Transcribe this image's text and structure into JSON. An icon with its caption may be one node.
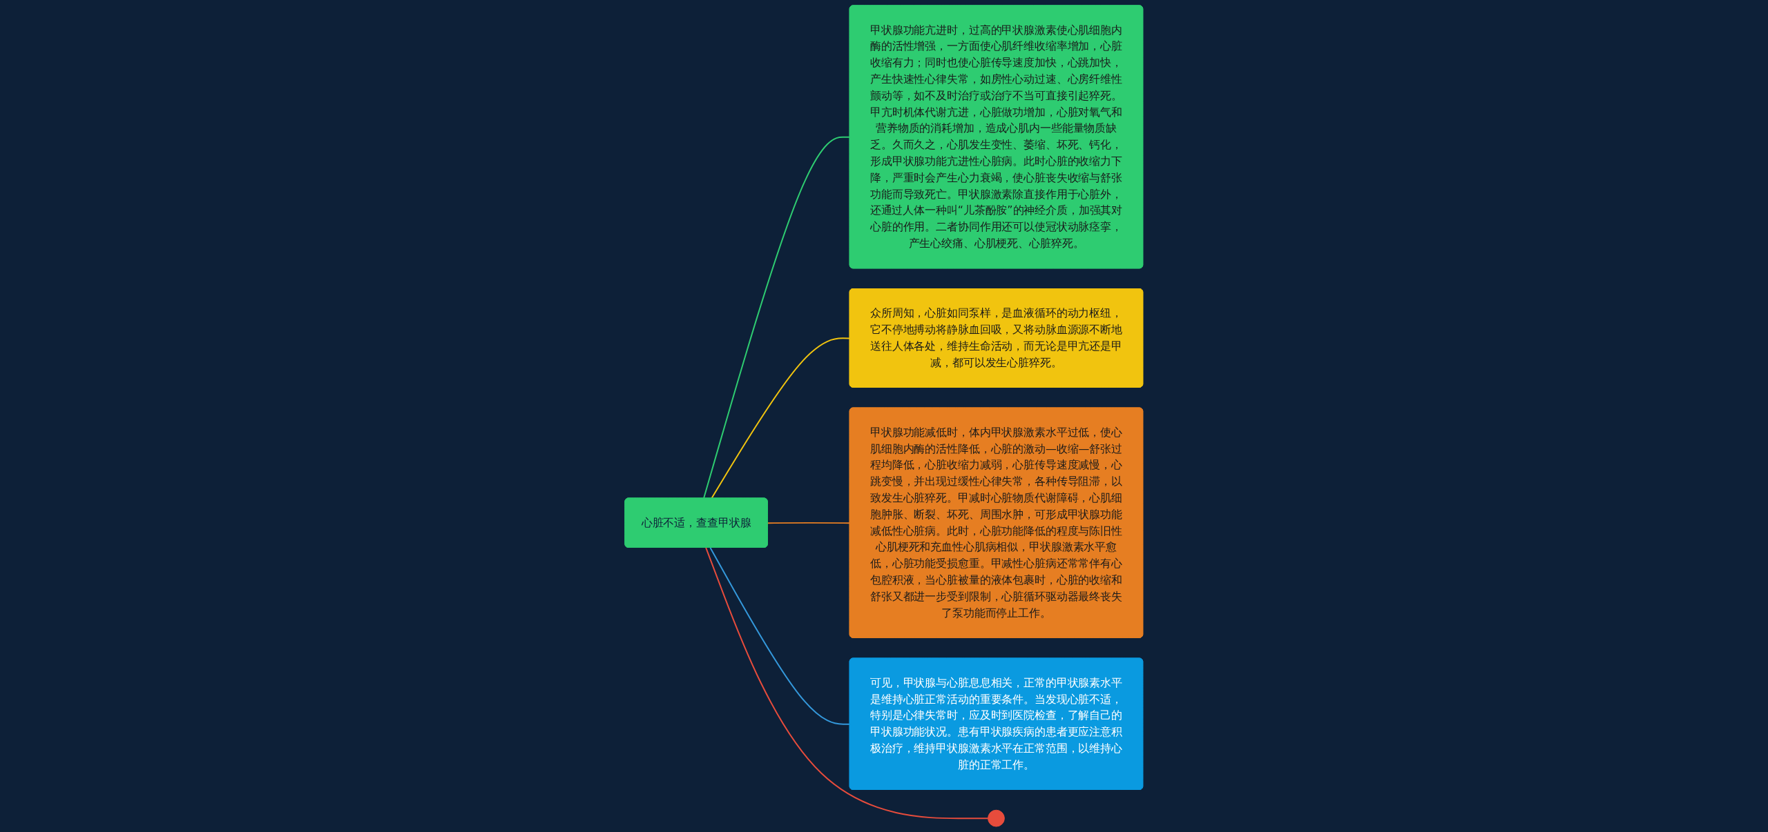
{
  "diagram": {
    "nodes": [
      {
        "text": [
          "心脏不适，查查甲状腺"
        ]
      },
      {
        "text": [
          "甲状腺功能亢进时，过高的甲状腺激素使心肌细胞内酶的活性增强，一方面使心肌纤维收缩率增加，心脏收缩有力；同时也使心脏传导速度加快，心跳加快，产生快速性心律失常，如房性心动过速、心房纤维性颤动等，如不及时治疗或治疗不当可直接引起猝死。甲亢时机体代谢亢进，心脏做功增加，心脏对氧气和营养物质的消耗增加，造成心肌内一些能量物质缺乏。久而久之，心肌发生变性、萎缩、坏死、钙化，形成甲状腺功能亢进性心脏病。此时心脏的收缩力下降，严重时会产生心力衰竭，使心脏丧失收缩与舒张功能而导致死亡。甲状腺激素除直接作用于心脏外，还通过人体一种叫“儿茶酚胺”的神经介质，加强其对心脏的作用。二者协同作用还可以使冠状动脉痉挛，产生心绞痛、心肌梗死、心脏猝死。"
        ]
      },
      {
        "text": [
          "众所周知，心脏如同泵样，是血液循环的动力枢纽，它不停地搏动将静脉血回吸，又将动脉血源源不断地送往人体各处，维持生命活动，而无论是甲亢还是甲减，都可以发生心脏猝死。"
        ]
      },
      {
        "text": [
          "甲状腺功能减低时，体内甲状腺激素水平过低，使心肌细胞内酶的活性降低，心脏的激动—收缩—舒张过程均降低，心脏收缩力减弱，心脏传导速度减慢，心跳变慢，并出现过缓性心律失常，各种传导阻滞，以致发生心脏猝死。甲减时心脏物质代谢障碍，心肌细胞肿胀、断裂、坏死、周围水肿，可形成甲状腺功能减低性心脏病。此时，心脏功能降低的程度与陈旧性心肌梗死和充血性心肌病相似，甲状腺激素水平愈低，心脏功能受损愈重。甲减性心脏病还常常伴有心包腔积液，当心脏被量的液体包裹时，心脏的收缩和舒张又都进一步受到限制，心脏循环驱动器最终丧失了泵功能而停止工作。"
        ]
      },
      {
        "text": [
          "可见，甲状腺与心脏息息相关，正常的甲状腺素水平是维持心脏正常活动的重要条件。当发现心脏不适，特别是心律失常时，应及时到医院检查，了解自己的甲状腺功能状况。患有甲状腺疾病的患者更应注意积极治疗，维持甲状腺激素水平在正常范围，以维持心脏的正常工作。"
        ]
      },
      {
        "text": [],
        "shape": "circle"
      }
    ],
    "edges": [
      {
        "from": 0,
        "to": 1,
        "arrow": "none",
        "color": "#2ecc71"
      },
      {
        "from": 0,
        "to": 2,
        "arrow": "none",
        "color": "#f1c40f"
      },
      {
        "from": 0,
        "to": 3,
        "arrow": "none",
        "color": "#e67e22"
      },
      {
        "from": 0,
        "to": 4,
        "arrow": "none",
        "color": "#3498db"
      },
      {
        "from": 0,
        "to": 5,
        "arrow": "none",
        "color": "#e74c3c"
      }
    ]
  }
}
